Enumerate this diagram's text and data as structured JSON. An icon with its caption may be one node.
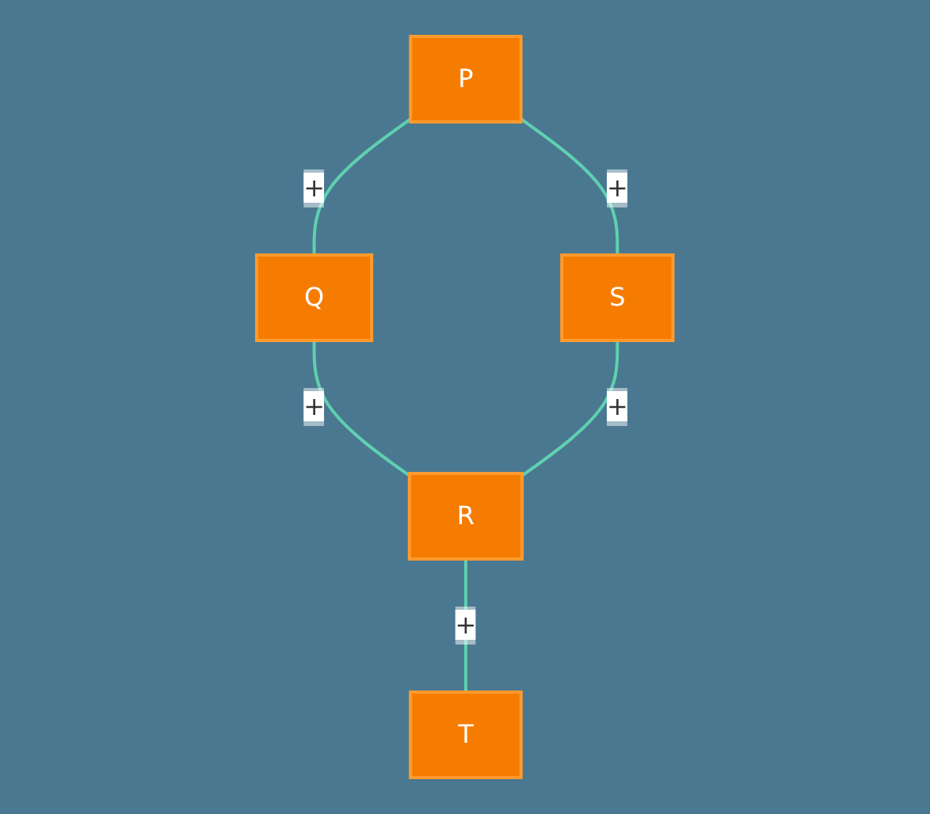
{
  "diagram": {
    "nodes": [
      {
        "text": [
          "P"
        ]
      },
      {
        "text": [
          "Q"
        ]
      },
      {
        "text": [
          "S"
        ]
      },
      {
        "text": [
          "R"
        ]
      },
      {
        "text": [
          "T"
        ]
      }
    ],
    "edges": [
      {
        "from": 0,
        "to": 1,
        "arrow": "none",
        "label": "+"
      },
      {
        "from": 0,
        "to": 2,
        "arrow": "none",
        "label": "+"
      },
      {
        "from": 1,
        "to": 3,
        "arrow": "none",
        "label": "+"
      },
      {
        "from": 2,
        "to": 3,
        "arrow": "none",
        "label": "+"
      },
      {
        "from": 3,
        "to": 4,
        "arrow": "none",
        "label": "+"
      }
    ]
  }
}
